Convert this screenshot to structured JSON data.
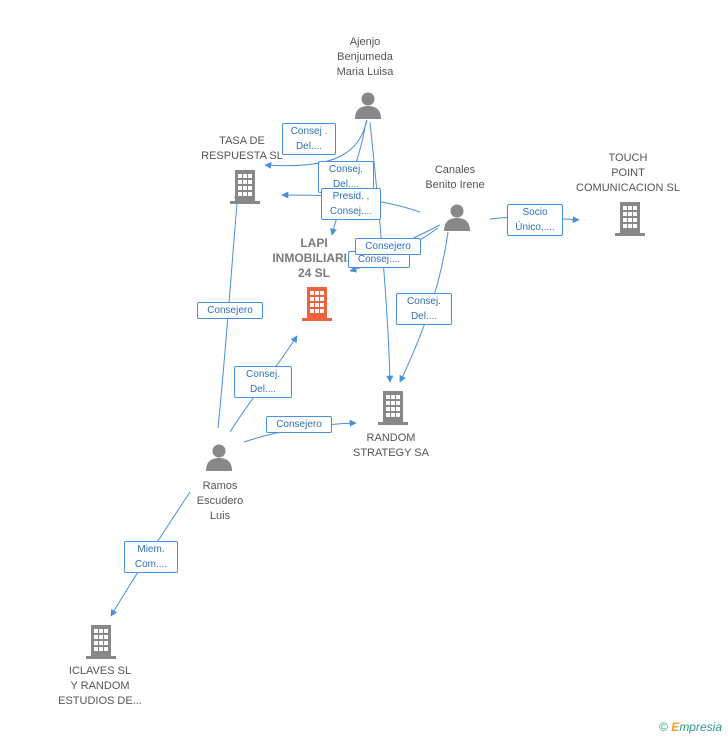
{
  "nodes": {
    "ajenjo": {
      "label": "Ajenjo\nBenjumeda\nMaria Luisa",
      "kind": "person"
    },
    "tasa": {
      "label": "TASA DE\nRESPUESTA SL",
      "kind": "company"
    },
    "canales": {
      "label": "Canales\nBenito Irene",
      "kind": "person"
    },
    "touch": {
      "label": "TOUCH\nPOINT\nCOMUNICACION SL",
      "kind": "company"
    },
    "lapi": {
      "label": "LAPI\nINMOBILIARIA\n24 SL",
      "kind": "company-main"
    },
    "random": {
      "label": "RANDOM\nSTRATEGY SA",
      "kind": "company"
    },
    "ramos": {
      "label": "Ramos\nEscudero\nLuis",
      "kind": "person"
    },
    "iclaves": {
      "label": "ICLAVES SL\nY RANDOM\nESTUDIOS DE...",
      "kind": "company"
    }
  },
  "edge_labels": {
    "ajenjo_tasa": "Consej .\nDel....",
    "ajenjo_lapi": "Consej.\nDel....",
    "canales_tasa": "Presid. ,\nConsej....",
    "canales_lapi_1": "Consejero",
    "canales_lapi_2": "Consej....",
    "canales_touch": "Socio\nÚnico,....",
    "canales_random": "Consej.\nDel....",
    "ramos_tasa": "Consejero",
    "ramos_lapi": "Consej.\nDel....",
    "ramos_random": "Consejero",
    "ramos_iclaves": "Miem.\nCom...."
  },
  "credit": {
    "symbol": "©",
    "brand_initial": "E",
    "brand_rest": "mpresia"
  },
  "colors": {
    "edge": "#4a90d9",
    "person": "#888888",
    "company": "#888888",
    "main_company": "#f0603a"
  }
}
